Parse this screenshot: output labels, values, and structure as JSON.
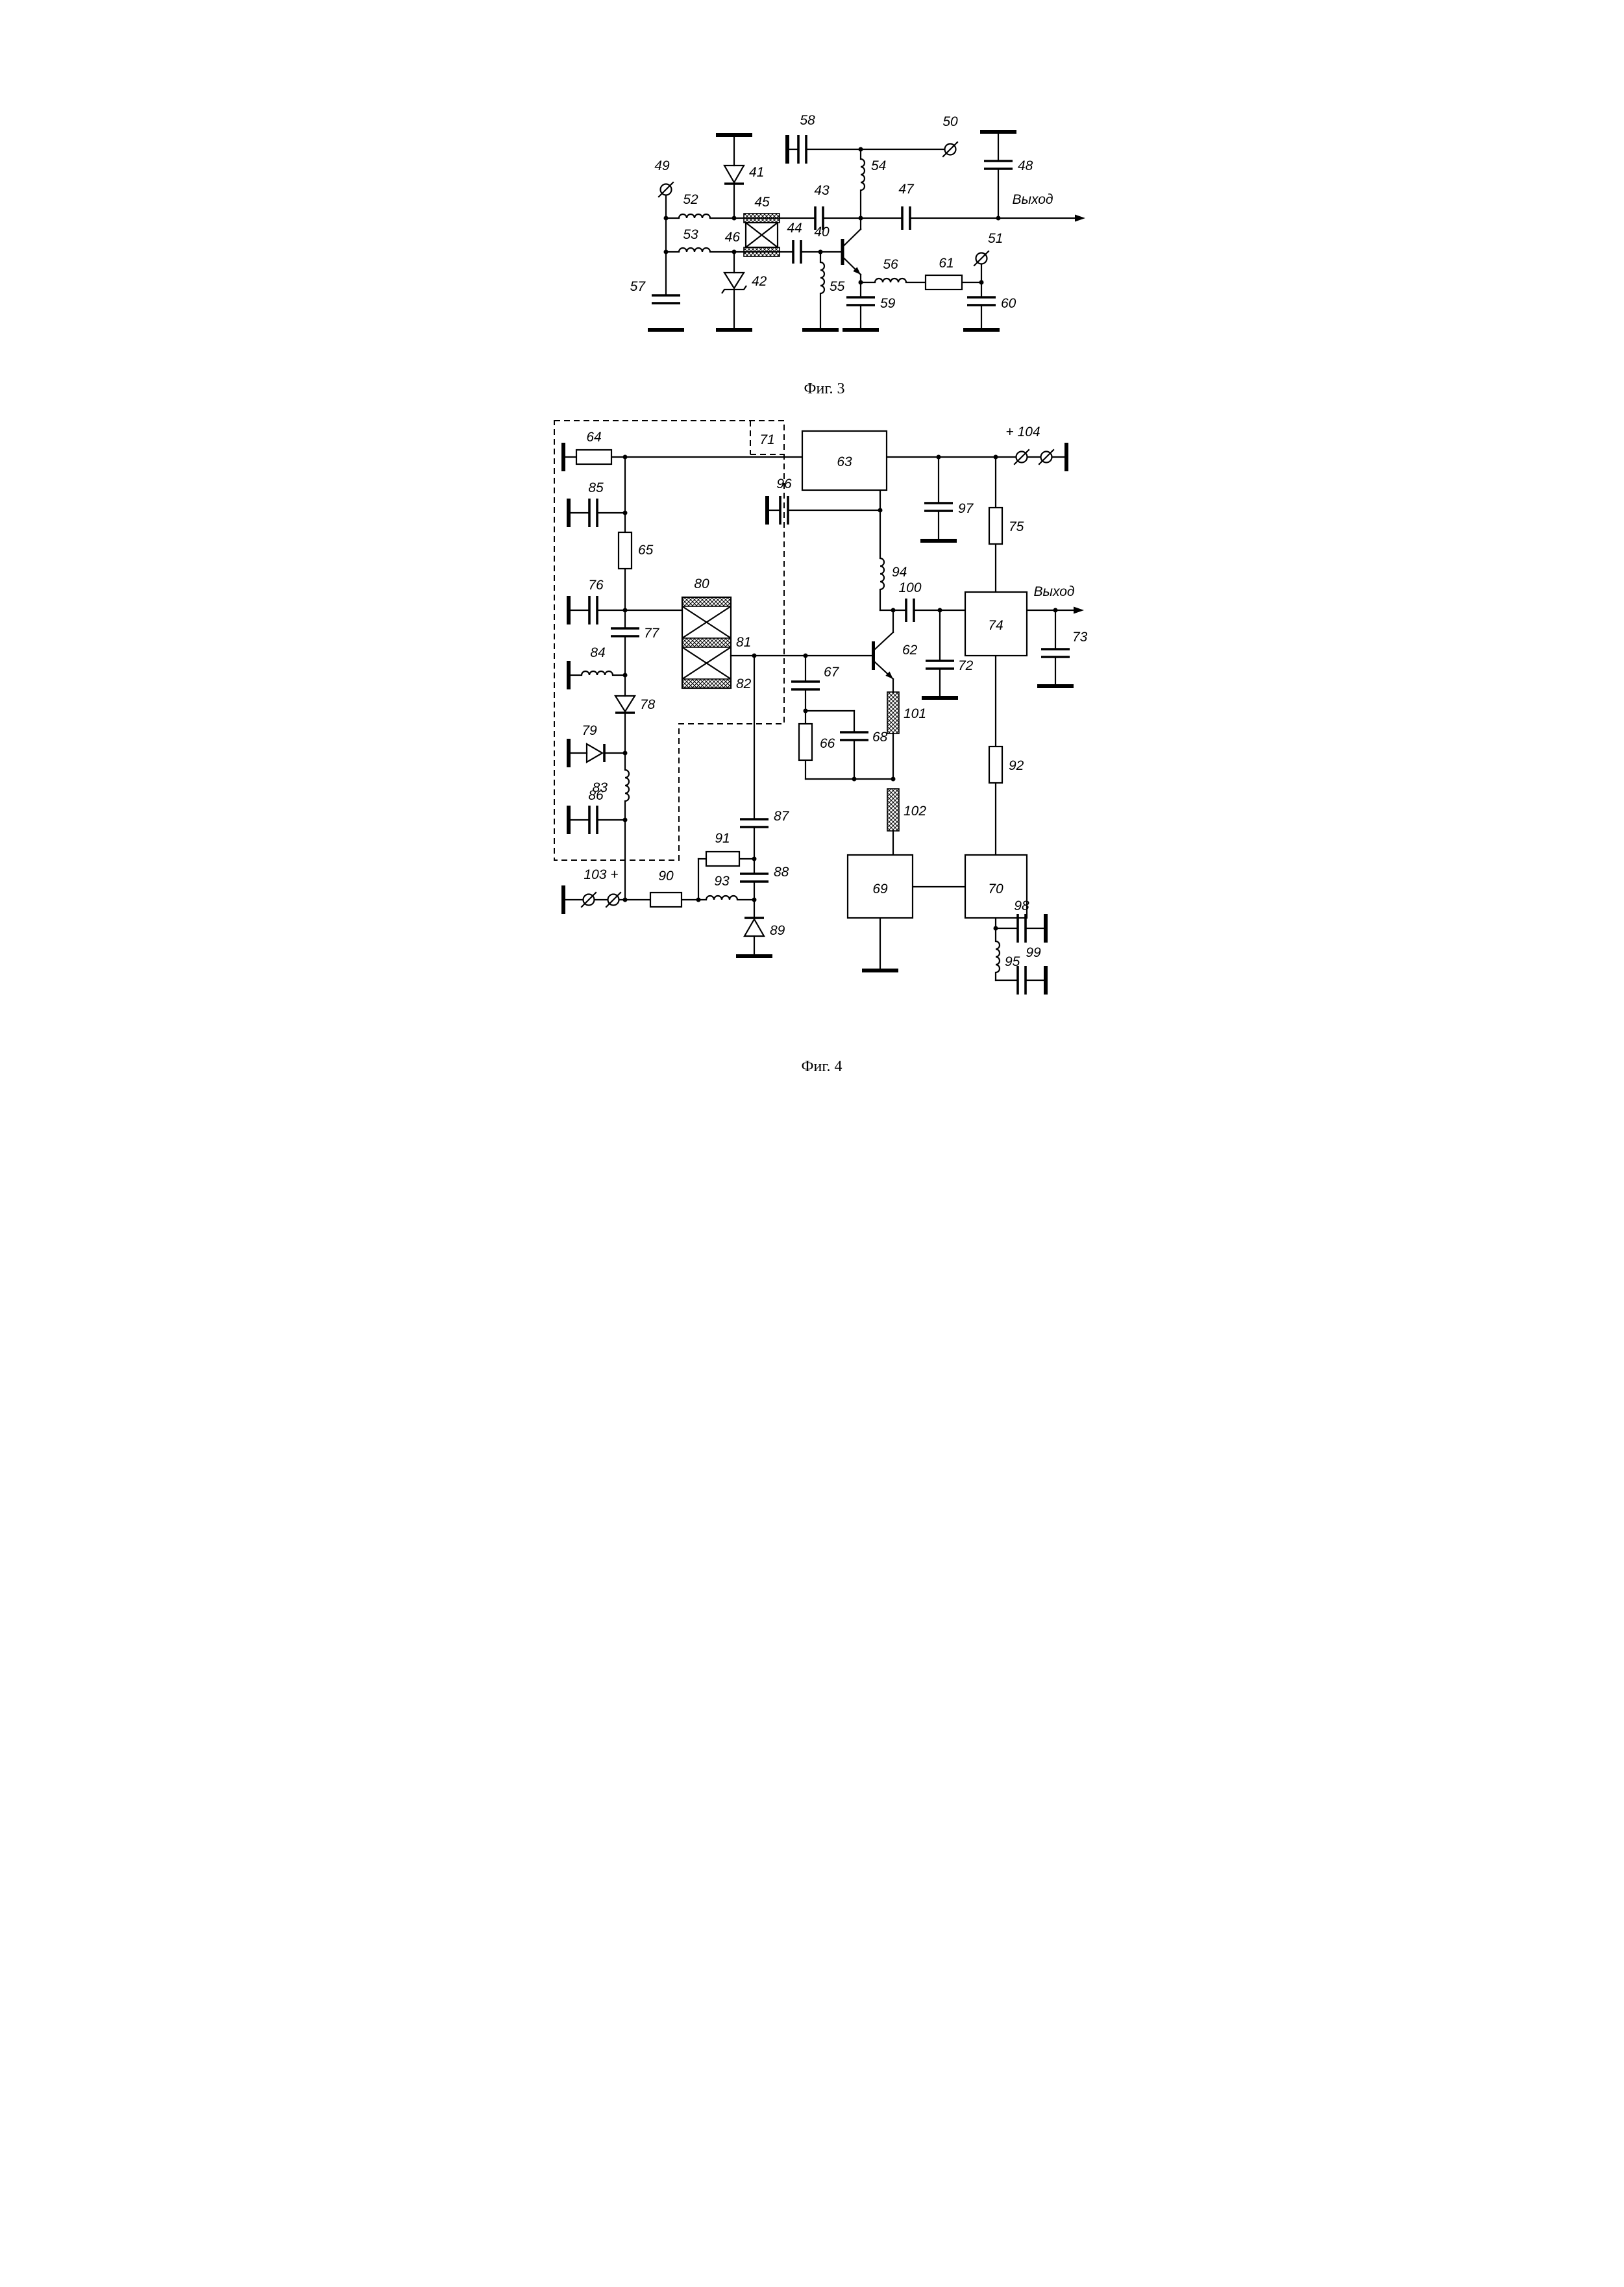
{
  "figure3": {
    "caption": "Фиг. 3",
    "output_label": "Выход",
    "labels": {
      "40": "40",
      "41": "41",
      "42": "42",
      "43": "43",
      "44": "44",
      "45": "45",
      "46": "46",
      "47": "47",
      "48": "48",
      "49": "49",
      "50": "50",
      "51": "51",
      "52": "52",
      "53": "53",
      "54": "54",
      "55": "55",
      "56": "56",
      "57": "57",
      "58": "58",
      "59": "59",
      "60": "60",
      "61": "61"
    }
  },
  "figure4": {
    "caption": "Фиг. 4",
    "output_label": "Выход",
    "supply_top": "+ 104",
    "supply_bottom": "103 +",
    "labels": {
      "62": "62",
      "63": "63",
      "64": "64",
      "65": "65",
      "66": "66",
      "67": "67",
      "68": "68",
      "69": "69",
      "70": "70",
      "71": "71",
      "72": "72",
      "73": "73",
      "74": "74",
      "75": "75",
      "76": "76",
      "77": "77",
      "78": "78",
      "79": "79",
      "80": "80",
      "81": "81",
      "82": "82",
      "83": "83",
      "84": "84",
      "85": "85",
      "86": "86",
      "87": "87",
      "88": "88",
      "89": "89",
      "90": "90",
      "91": "91",
      "92": "92",
      "93": "93",
      "94": "94",
      "95": "95",
      "96": "96",
      "97": "97",
      "98": "98",
      "99": "99",
      "100": "100",
      "101": "101",
      "102": "102"
    }
  }
}
